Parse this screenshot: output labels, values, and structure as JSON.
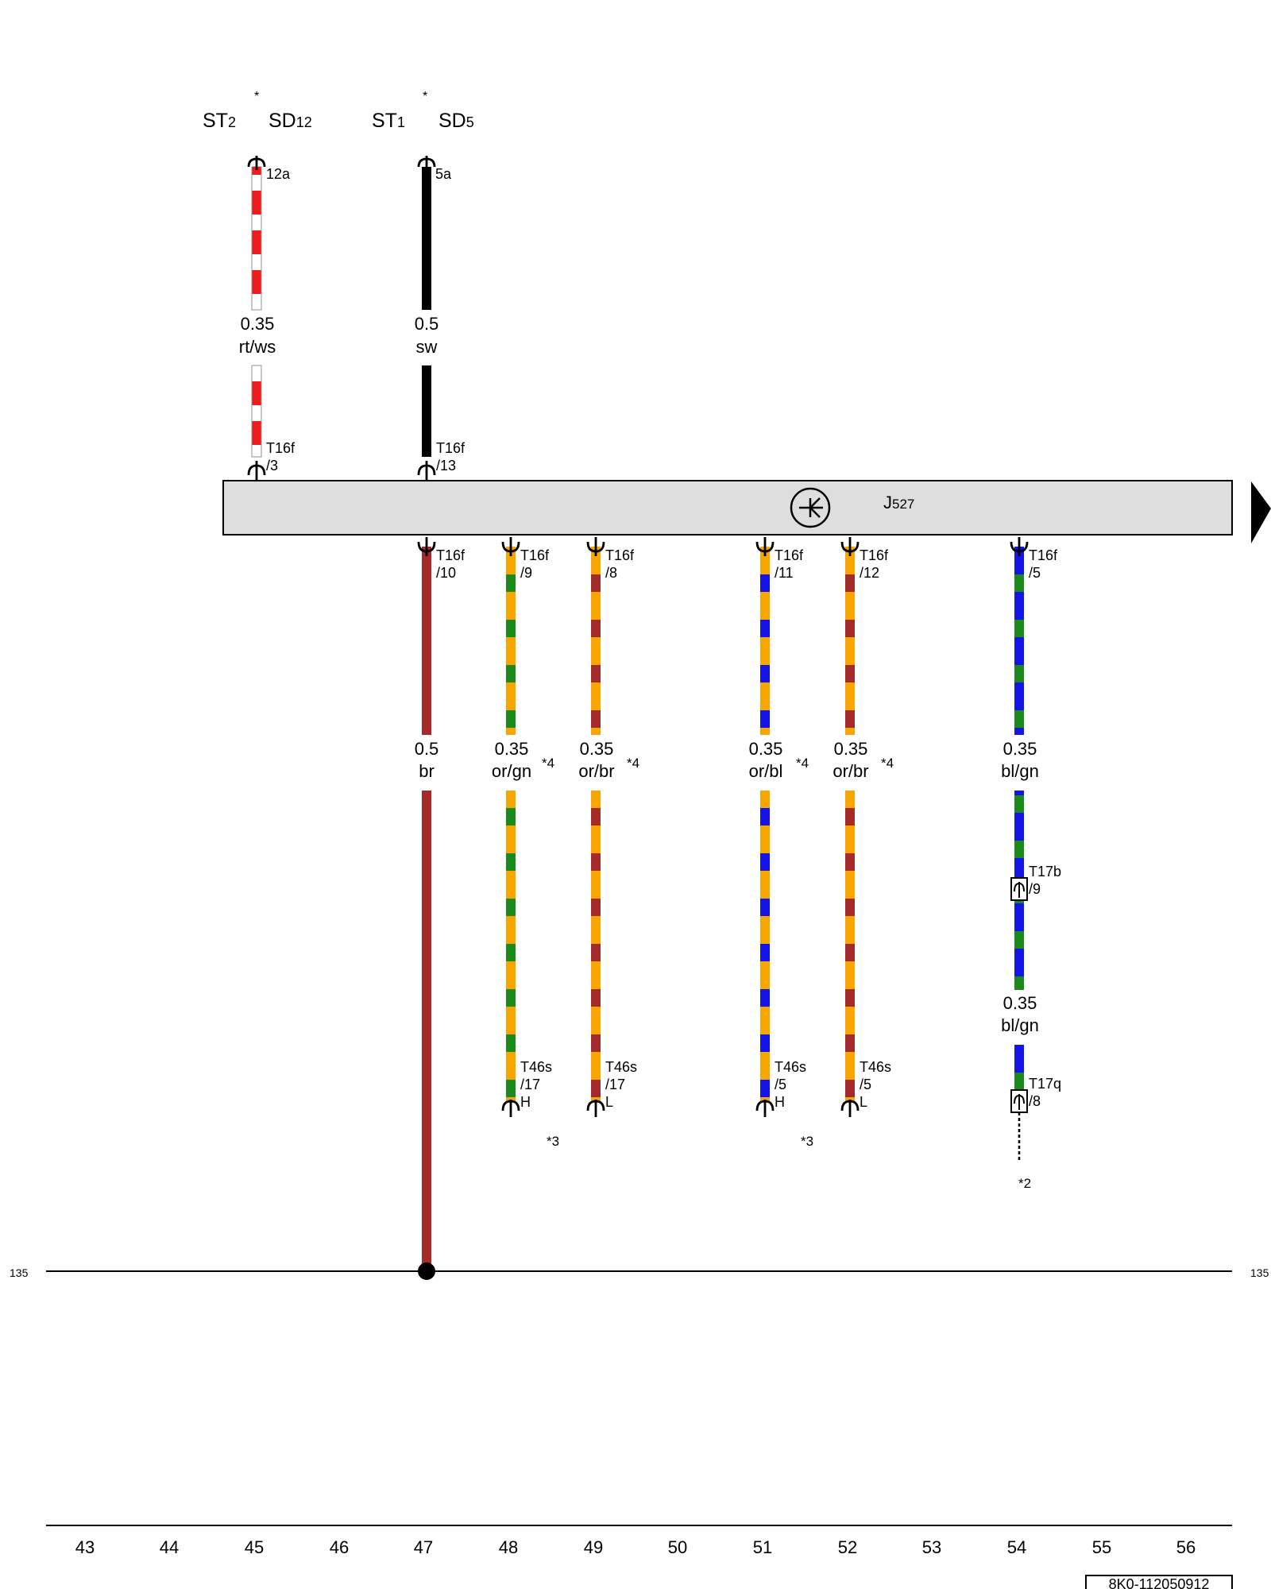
{
  "top_labels": [
    {
      "main": "ST",
      "sub": "2"
    },
    {
      "main": "SD",
      "sub": "12"
    },
    {
      "main": "ST",
      "sub": "1"
    },
    {
      "main": "SD",
      "sub": "5"
    }
  ],
  "asterisk": "*",
  "colors": {
    "rt": "#ee1c1c",
    "ws": "#ffffff",
    "sw": "#000000",
    "br": "#a52a2a",
    "or": "#f7a600",
    "gn": "#1a8a1a",
    "bl": "#1414e6",
    "module_fill": "#dedede"
  },
  "module": {
    "label_main": "J",
    "label_sub": "527"
  },
  "wires_top": [
    {
      "id": "w45",
      "pin_top": "12a",
      "size": "0.35",
      "color": "rt/ws",
      "conn": "T16f",
      "pin": "/3"
    },
    {
      "id": "w47",
      "pin_top": "5a",
      "size": "0.5",
      "color": "sw",
      "conn": "T16f",
      "pin": "/13"
    }
  ],
  "wires_bottom": [
    {
      "id": "w47b",
      "conn": "T16f",
      "pin": "/10",
      "size": "0.5",
      "color": "br",
      "note": ""
    },
    {
      "id": "w48",
      "conn": "T16f",
      "pin": "/9",
      "size": "0.35",
      "color": "or/gn",
      "note": "*4",
      "end_conn": "T46s",
      "end_pin": "/17",
      "end_letter": "H"
    },
    {
      "id": "w49",
      "conn": "T16f",
      "pin": "/8",
      "size": "0.35",
      "color": "or/br",
      "note": "*4",
      "end_conn": "T46s",
      "end_pin": "/17",
      "end_letter": "L"
    },
    {
      "id": "w51",
      "conn": "T16f",
      "pin": "/11",
      "size": "0.35",
      "color": "or/bl",
      "note": "*4",
      "end_conn": "T46s",
      "end_pin": "/5",
      "end_letter": "H"
    },
    {
      "id": "w52",
      "conn": "T16f",
      "pin": "/12",
      "size": "0.35",
      "color": "or/br",
      "note": "*4",
      "end_conn": "T46s",
      "end_pin": "/5",
      "end_letter": "L"
    },
    {
      "id": "w54",
      "conn": "T16f",
      "pin": "/5",
      "size": "0.35",
      "color": "bl/gn",
      "note": ""
    }
  ],
  "w54_extra": {
    "conn1": "T17b",
    "pin1": "/9",
    "size2": "0.35",
    "color2": "bl/gn",
    "conn2": "T17q",
    "pin2": "/8",
    "note": "*2"
  },
  "notes_bottom": [
    "*3",
    "*3"
  ],
  "ground_line": {
    "left_label": "135",
    "right_label": "135"
  },
  "scale": [
    "43",
    "44",
    "45",
    "46",
    "47",
    "48",
    "49",
    "50",
    "51",
    "52",
    "53",
    "54",
    "55",
    "56"
  ],
  "doc_code": "8K0-112050912"
}
